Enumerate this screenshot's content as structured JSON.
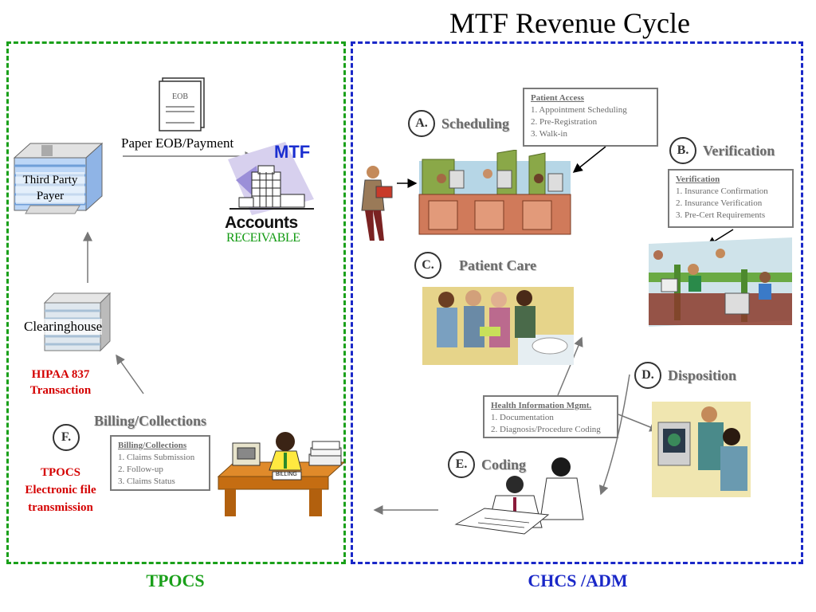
{
  "title": "MTF Revenue Cycle",
  "regions": {
    "left_label": "TPOCS",
    "right_label": "CHCS /ADM",
    "left_color": "#1aa01a",
    "right_color": "#1a28c8"
  },
  "left": {
    "eob_icon_text": "EOB",
    "paper_eob_label": "Paper EOB/Payment",
    "mtf_label": "MTF",
    "ar_title": "Accounts",
    "ar_subtitle": "RECEIVABLE",
    "third_party_label": "Third Party Payer",
    "clearinghouse_label": "Clearinghouse",
    "hipaa_line1": "HIPAA 837",
    "hipaa_line2": "Transaction",
    "tpocs_line1": "TPOCS",
    "tpocs_line2": "Electronic file",
    "tpocs_line3": "transmission",
    "billing_desk_sign": "BILLING"
  },
  "steps": {
    "a": {
      "letter": "A.",
      "title": "Scheduling"
    },
    "b": {
      "letter": "B.",
      "title": "Verification"
    },
    "c": {
      "letter": "C.",
      "title": "Patient Care"
    },
    "d": {
      "letter": "D.",
      "title": "Disposition"
    },
    "e": {
      "letter": "E.",
      "title": "Coding"
    },
    "f": {
      "letter": "F.",
      "title": "Billing/Collections"
    }
  },
  "boxes": {
    "patient_access": {
      "title": "Patient Access",
      "items": [
        "1.  Appointment Scheduling",
        "2.  Pre-Registration",
        "3.  Walk-in"
      ]
    },
    "verification": {
      "title": "Verification",
      "items": [
        "1. Insurance Confirmation",
        "2. Insurance Verification",
        "3.  Pre-Cert Requirements"
      ]
    },
    "him": {
      "title": "Health Information  Mgmt.",
      "items": [
        "1.  Documentation",
        "2.  Diagnosis/Procedure Coding"
      ]
    },
    "billing": {
      "title": "Billing/Collections",
      "items": [
        "1.  Claims Submission",
        "2. Follow-up",
        "3. Claims Status"
      ]
    }
  }
}
